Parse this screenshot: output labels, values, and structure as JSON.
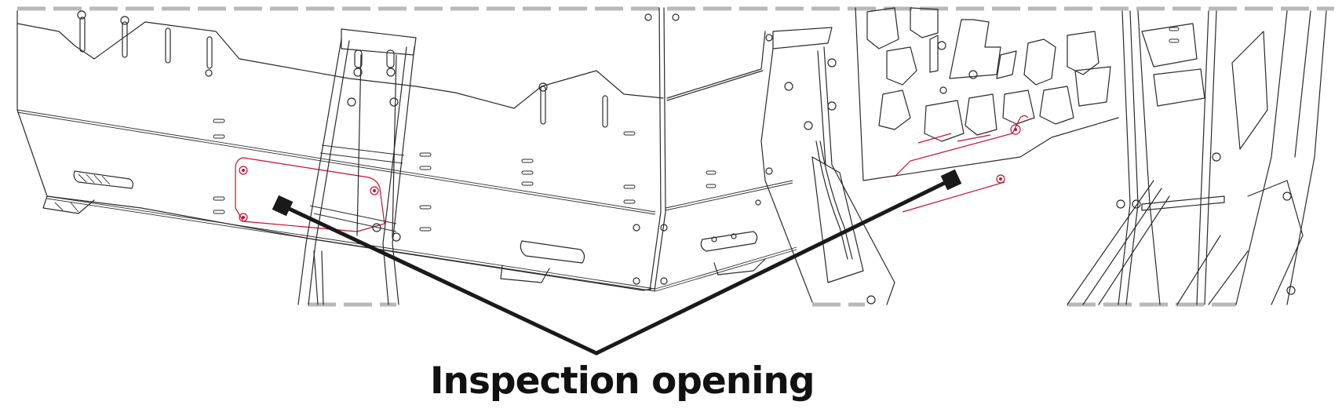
{
  "figure": {
    "callout": {
      "label": "Inspection opening",
      "color": "#111111",
      "targets": [
        "left-inspection-cover",
        "right-inspection-cover"
      ]
    },
    "colors": {
      "line_art": "#2a2a2a",
      "highlight": "#c8102e",
      "crop_border": "#b8b8b8",
      "leader": "#1a1a1a",
      "background": "#ffffff"
    }
  }
}
